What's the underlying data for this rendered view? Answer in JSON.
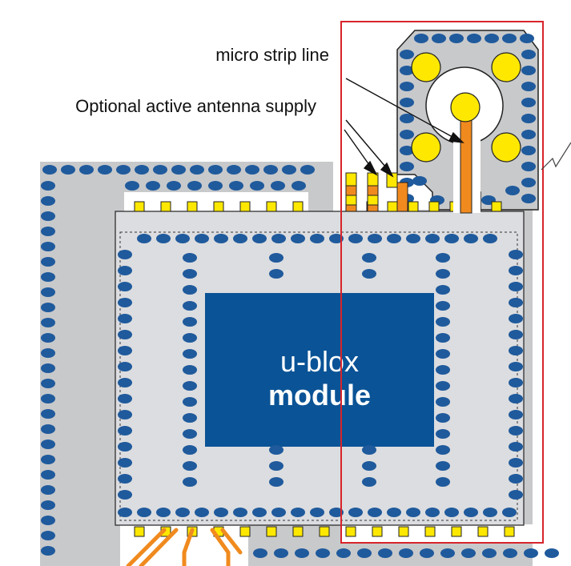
{
  "labels": {
    "micro_strip": "micro strip line",
    "active_antenna": "Optional active antenna supply"
  },
  "module": {
    "line1": "u-blox",
    "line2": "module"
  },
  "colors": {
    "board_gray": "#c8c9cb",
    "module_gray": "#dcdde0",
    "via_blue": "#1f5a9c",
    "chip_blue": "#0a5396",
    "pad_yellow": "#ffe800",
    "trace_orange": "#f08a1e",
    "frame_red": "#d8242b"
  }
}
